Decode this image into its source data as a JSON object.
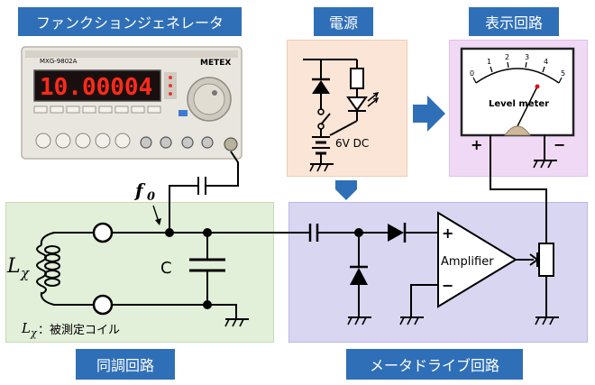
{
  "labels": {
    "function_generator": "ファンクションジェネレータ",
    "power": "電源",
    "display": "表示回路",
    "tuning": "同調回路",
    "meter_drive": "メータドライブ回路"
  },
  "device": {
    "model": "MXG-9802A",
    "brand": "METEX",
    "readout": "10.00004"
  },
  "circuit": {
    "f0_main": "f",
    "f0_sub": "0",
    "coil_main": "L",
    "coil_sub": "χ",
    "capacitor": "C",
    "voltage": "6V DC",
    "amplifier": "Amplifier",
    "plus": "+",
    "minus": "−",
    "legend_main": "L",
    "legend_sub": "χ",
    "legend_text": "：被測定コイル"
  },
  "meter": {
    "title": "Level meter",
    "scale": [
      "0",
      "1",
      "2",
      "3",
      "4",
      "5"
    ],
    "plus": "+",
    "minus": "−"
  },
  "colors": {
    "label_bg": "#2f6fb8",
    "tuning_bg": "#e2efd9",
    "drive_bg": "#d9d6f2",
    "power_bg": "#fbe5d6",
    "display_bg": "#f0d9f5",
    "arrow": "#2f6fb8"
  }
}
